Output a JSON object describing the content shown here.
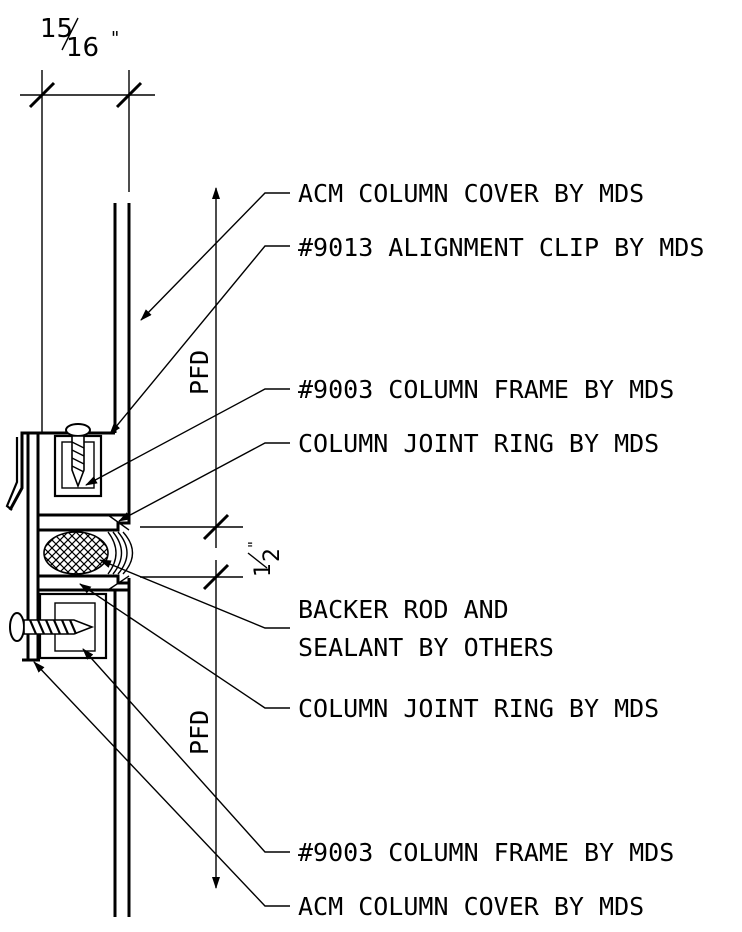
{
  "dimensions": {
    "top_width": {
      "numerator": "15",
      "denominator": "16",
      "unit": "\""
    },
    "joint_gap": {
      "numerator": "1",
      "denominator": "2",
      "unit": "\""
    },
    "upper_height": "PFD",
    "lower_height": "PFD"
  },
  "callouts": [
    {
      "text": "ACM COLUMN COVER BY MDS"
    },
    {
      "text": "#9013 ALIGNMENT CLIP BY MDS"
    },
    {
      "text": "#9003 COLUMN FRAME BY MDS"
    },
    {
      "text": "COLUMN JOINT RING BY MDS"
    },
    {
      "text": "BACKER ROD AND"
    },
    {
      "text": "SEALANT BY OTHERS"
    },
    {
      "text": "COLUMN JOINT RING BY MDS"
    },
    {
      "text": "#9003 COLUMN FRAME BY MDS"
    },
    {
      "text": "ACM COLUMN COVER BY MDS"
    }
  ],
  "colors": {
    "ink": "#000000",
    "background": "#ffffff"
  }
}
